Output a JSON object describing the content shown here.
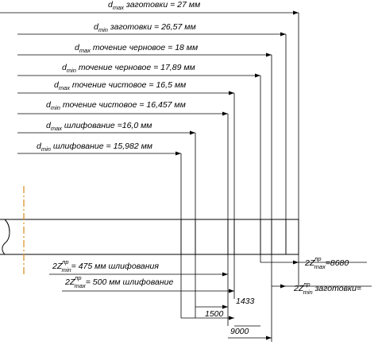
{
  "labels": {
    "dmax_billet": {
      "sym": "d",
      "sub": "max",
      "rest": " заготовки = 27 мм"
    },
    "dmin_billet": {
      "sym": "d",
      "sub": "min",
      "rest": " заготовки = 26,57 мм"
    },
    "dmax_rough": {
      "sym": "d",
      "sub": "max",
      "rest": " точение черновое = 18 мм"
    },
    "dmin_rough": {
      "sym": "d",
      "sub": "min",
      "rest": " точение черновое = 17,89 мм"
    },
    "dmax_finish": {
      "sym": "d",
      "sub": "max",
      "rest": " точение чистовое = 16,5 мм"
    },
    "dmin_finish": {
      "sym": "d",
      "sub": "min",
      "rest": " точение чистовое = 16,457 мм"
    },
    "dmax_grind": {
      "sym": "d",
      "sub": "max",
      "rest": " шлифование  =16,0 мм"
    },
    "dmin_grind": {
      "sym": "d",
      "sub": "min",
      "rest": " шлифование = 15,982 мм"
    }
  },
  "allowances": {
    "zmin_grind": {
      "pre": "2Z",
      "sup": "пр",
      "sub": "min",
      "rest": "= 475 мм шлифования"
    },
    "zmax_grind": {
      "pre": "2Z",
      "sup": "пр",
      "sub": "max",
      "rest": "= 500 мм шлифование"
    },
    "zmax_billet": {
      "pre": "2Z",
      "sup": "пр",
      "sub": "max",
      "rest": "=8680"
    },
    "zmin_billet": {
      "pre": "2Z",
      "sup": "пр",
      "sub": "min",
      "rest": " заготовки="
    }
  },
  "dims": {
    "d1433": "1433",
    "d1500": "1500",
    "d9000": "9000"
  }
}
